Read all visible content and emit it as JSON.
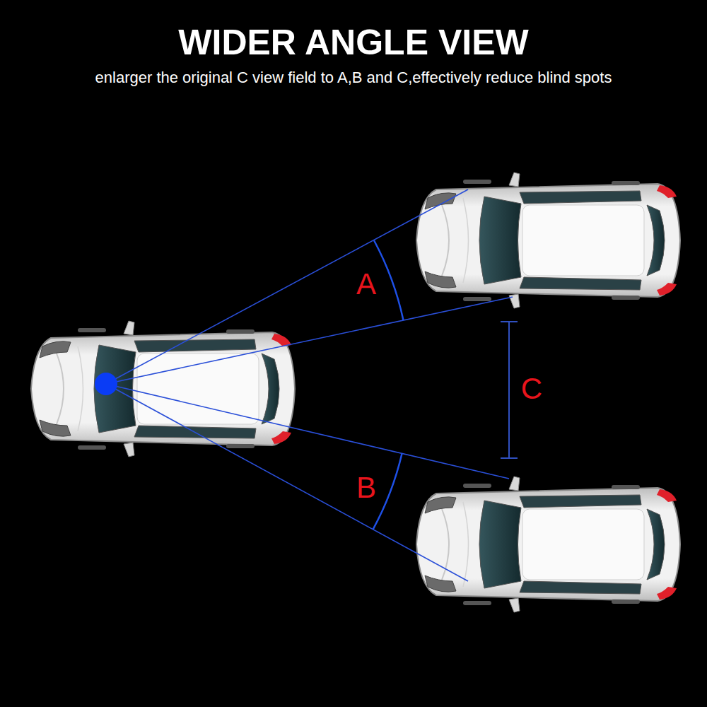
{
  "diagram": {
    "title": "WIDER ANGLE VIEW",
    "labels": [
      "enlarger the original C view field to A,B and C,effectively reduce blind spots",
      "A",
      "B",
      "C"
    ]
  }
}
